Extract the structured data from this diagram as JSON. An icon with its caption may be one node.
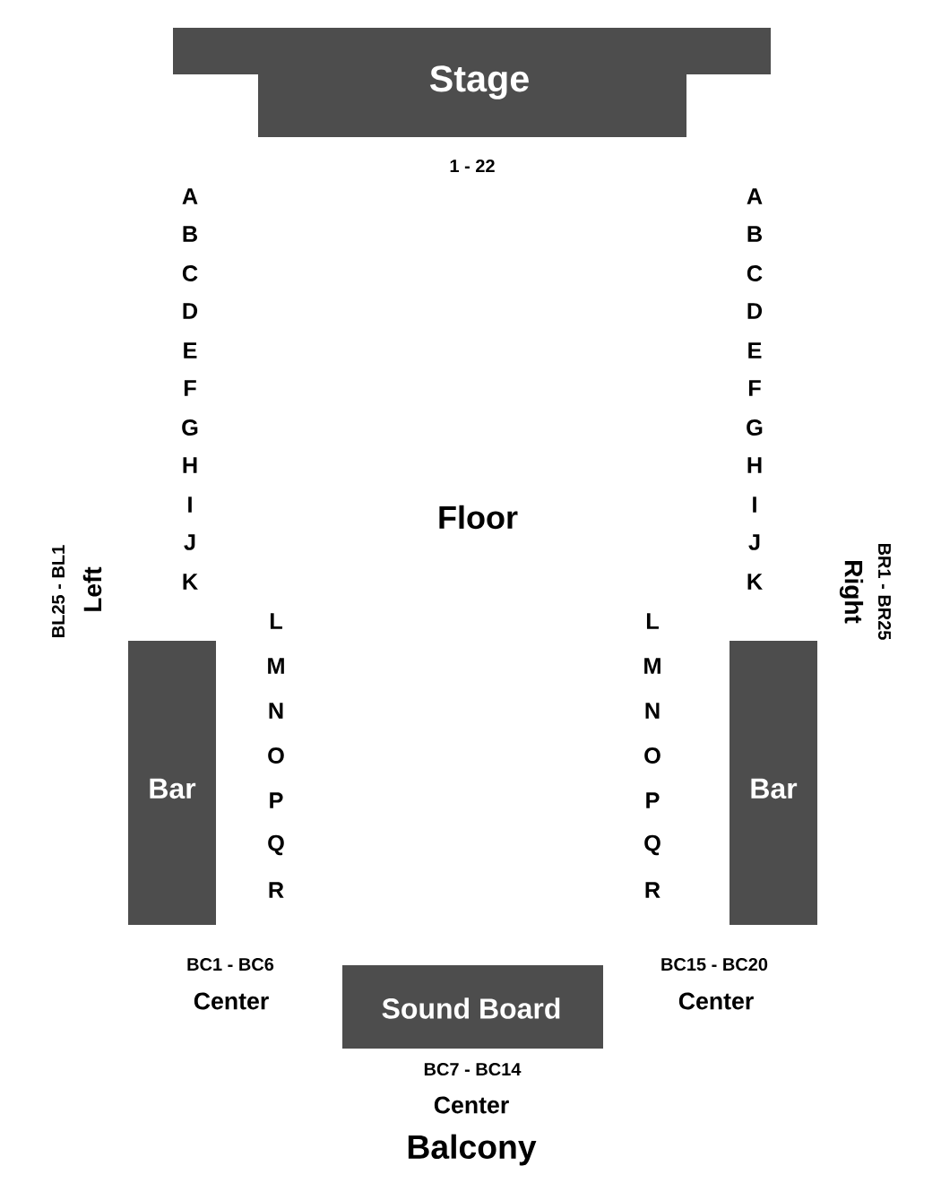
{
  "diagram": {
    "nodes": [
      {
        "text": [
          "Stage"
        ]
      },
      {
        "text": [
          "Bar"
        ]
      },
      {
        "text": [
          "Bar"
        ]
      },
      {
        "text": [
          "Sound Board"
        ]
      }
    ],
    "labels": [
      "1 - 22",
      "A",
      "B",
      "C",
      "D",
      "E",
      "F",
      "G",
      "H",
      "I",
      "J",
      "K",
      "A",
      "B",
      "C",
      "D",
      "E",
      "F",
      "G",
      "H",
      "I",
      "J",
      "K",
      "Floor",
      "BL25 - BL1",
      "Left",
      "Right",
      "BR1 - BR25",
      "L",
      "M",
      "N",
      "O",
      "P",
      "Q",
      "R",
      "L",
      "M",
      "N",
      "O",
      "P",
      "Q",
      "R",
      "BC1 - BC6",
      "Center",
      "BC15 - BC20",
      "Center",
      "BC7 - BC14",
      "Center",
      "Balcony"
    ]
  }
}
